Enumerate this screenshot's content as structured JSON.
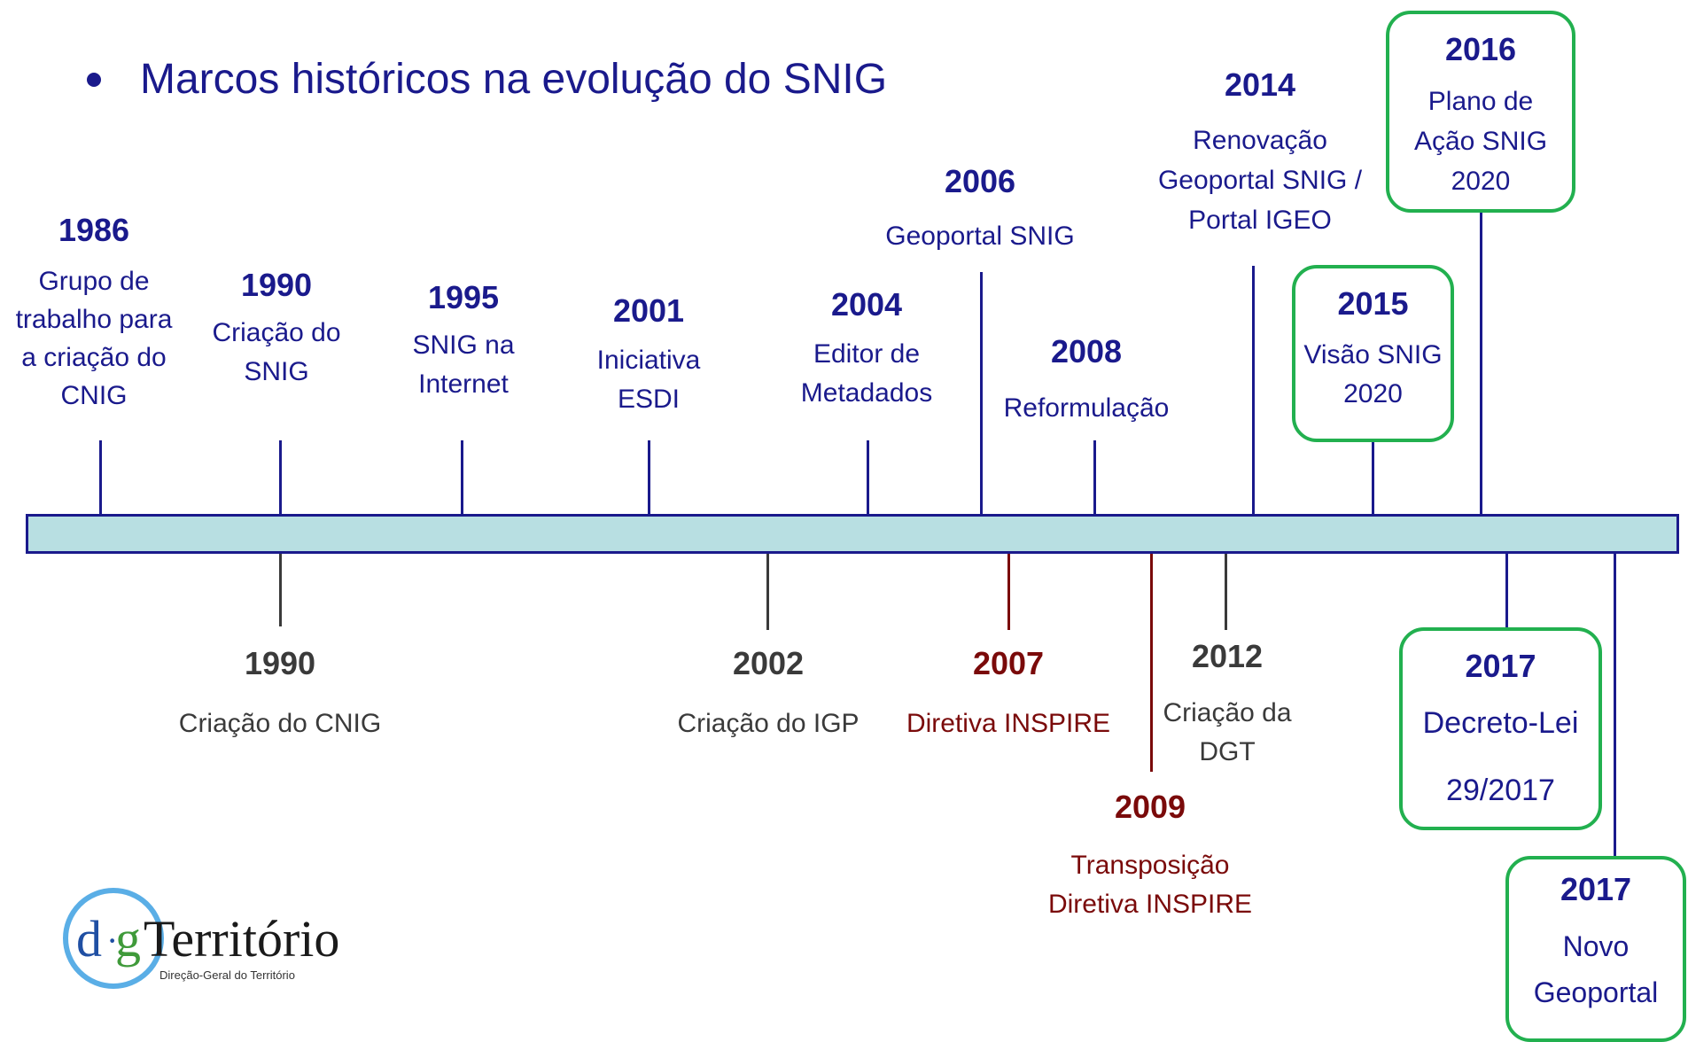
{
  "title": "Marcos históricos na evolução do SNIG",
  "colors": {
    "primary": "#1a1a8c",
    "secondary": "#3a3a3a",
    "eu": "#7a0a0a",
    "highlight_box": "#22b04f",
    "timeline_fill": "#b8dfe2"
  },
  "above": [
    {
      "year": "1986",
      "text": [
        "Grupo de",
        "trabalho para",
        "a criação do",
        "CNIG"
      ]
    },
    {
      "year": "1990",
      "text": [
        "Criação do",
        "SNIG"
      ]
    },
    {
      "year": "1995",
      "text": [
        "SNIG na",
        "Internet"
      ]
    },
    {
      "year": "2001",
      "text": [
        "Iniciativa",
        "ESDI"
      ]
    },
    {
      "year": "2004",
      "text": [
        "Editor de",
        "Metadados"
      ]
    },
    {
      "year": "2006",
      "text": [
        "Geoportal SNIG"
      ]
    },
    {
      "year": "2008",
      "text": [
        "Reformulação"
      ]
    },
    {
      "year": "2014",
      "text": [
        "Renovação",
        "Geoportal SNIG /",
        "Portal IGEO"
      ]
    },
    {
      "year": "2015",
      "text": [
        "Visão SNIG",
        "2020"
      ]
    },
    {
      "year": "2016",
      "text": [
        "Plano de",
        "Ação SNIG",
        "2020"
      ]
    }
  ],
  "below": [
    {
      "year": "1990",
      "text": [
        "Criação do CNIG"
      ]
    },
    {
      "year": "2002",
      "text": [
        "Criação do IGP"
      ]
    },
    {
      "year": "2007",
      "text": [
        "Diretiva INSPIRE"
      ]
    },
    {
      "year": "2012",
      "text": [
        "Criação da",
        "DGT"
      ]
    },
    {
      "year": "2009",
      "text": [
        "Transposição",
        "Diretiva INSPIRE"
      ]
    },
    {
      "year": "2017",
      "text": [
        "Decreto-Lei",
        "29/2017"
      ]
    },
    {
      "year": "2017",
      "text": [
        "Novo",
        "Geoportal"
      ]
    }
  ],
  "logo": {
    "text": "d·gTerritório",
    "subtitle": "Direção-Geral do Território"
  }
}
